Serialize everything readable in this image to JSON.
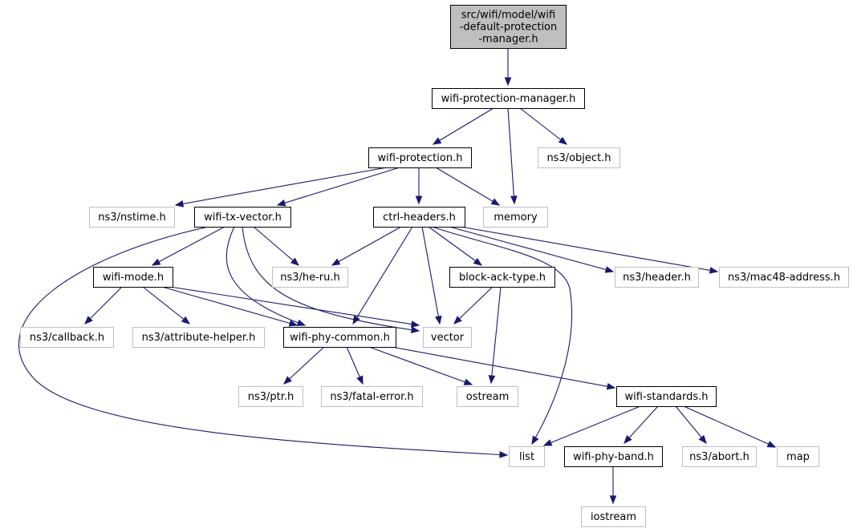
{
  "colors": {
    "edge": "#191970",
    "root_fill": "#bfbfbf",
    "external_border": "#bfbfbf",
    "project_border": "#000000"
  },
  "nodes": {
    "root": {
      "lines": [
        "src/wifi/model/wifi",
        "-default-protection",
        "-manager.h"
      ],
      "kind": "root"
    },
    "wpm": {
      "lines": [
        "wifi-protection-manager.h"
      ],
      "kind": "project"
    },
    "wp": {
      "lines": [
        "wifi-protection.h"
      ],
      "kind": "project"
    },
    "object": {
      "lines": [
        "ns3/object.h"
      ],
      "kind": "external"
    },
    "nstime": {
      "lines": [
        "ns3/nstime.h"
      ],
      "kind": "external"
    },
    "txvec": {
      "lines": [
        "wifi-tx-vector.h"
      ],
      "kind": "project"
    },
    "ctrl": {
      "lines": [
        "ctrl-headers.h"
      ],
      "kind": "project"
    },
    "memory": {
      "lines": [
        "memory"
      ],
      "kind": "external"
    },
    "mode": {
      "lines": [
        "wifi-mode.h"
      ],
      "kind": "project"
    },
    "heru": {
      "lines": [
        "ns3/he-ru.h"
      ],
      "kind": "external"
    },
    "bat": {
      "lines": [
        "block-ack-type.h"
      ],
      "kind": "project"
    },
    "header": {
      "lines": [
        "ns3/header.h"
      ],
      "kind": "external"
    },
    "mac48": {
      "lines": [
        "ns3/mac48-address.h"
      ],
      "kind": "external"
    },
    "callback": {
      "lines": [
        "ns3/callback.h"
      ],
      "kind": "external"
    },
    "attr": {
      "lines": [
        "ns3/attribute-helper.h"
      ],
      "kind": "external"
    },
    "phycommon": {
      "lines": [
        "wifi-phy-common.h"
      ],
      "kind": "project"
    },
    "vector": {
      "lines": [
        "vector"
      ],
      "kind": "external"
    },
    "ptr": {
      "lines": [
        "ns3/ptr.h"
      ],
      "kind": "external"
    },
    "fatal": {
      "lines": [
        "ns3/fatal-error.h"
      ],
      "kind": "external"
    },
    "ostream": {
      "lines": [
        "ostream"
      ],
      "kind": "external"
    },
    "standards": {
      "lines": [
        "wifi-standards.h"
      ],
      "kind": "project"
    },
    "list": {
      "lines": [
        "list"
      ],
      "kind": "external"
    },
    "band": {
      "lines": [
        "wifi-phy-band.h"
      ],
      "kind": "project"
    },
    "abort": {
      "lines": [
        "ns3/abort.h"
      ],
      "kind": "external"
    },
    "map": {
      "lines": [
        "map"
      ],
      "kind": "external"
    },
    "iostream": {
      "lines": [
        "iostream"
      ],
      "kind": "external"
    }
  },
  "edges": [
    [
      "root",
      "wpm"
    ],
    [
      "wpm",
      "wp"
    ],
    [
      "wpm",
      "memory"
    ],
    [
      "wpm",
      "object"
    ],
    [
      "wp",
      "nstime"
    ],
    [
      "wp",
      "txvec"
    ],
    [
      "wp",
      "ctrl"
    ],
    [
      "wp",
      "memory"
    ],
    [
      "txvec",
      "mode"
    ],
    [
      "txvec",
      "heru"
    ],
    [
      "txvec",
      "phycommon"
    ],
    [
      "txvec",
      "vector"
    ],
    [
      "txvec",
      "list"
    ],
    [
      "ctrl",
      "heru"
    ],
    [
      "ctrl",
      "phycommon"
    ],
    [
      "ctrl",
      "bat"
    ],
    [
      "ctrl",
      "vector"
    ],
    [
      "ctrl",
      "list"
    ],
    [
      "ctrl",
      "header"
    ],
    [
      "ctrl",
      "mac48"
    ],
    [
      "mode",
      "callback"
    ],
    [
      "mode",
      "attr"
    ],
    [
      "mode",
      "phycommon"
    ],
    [
      "mode",
      "vector"
    ],
    [
      "bat",
      "vector"
    ],
    [
      "bat",
      "ostream"
    ],
    [
      "phycommon",
      "ptr"
    ],
    [
      "phycommon",
      "fatal"
    ],
    [
      "phycommon",
      "ostream"
    ],
    [
      "phycommon",
      "standards"
    ],
    [
      "standards",
      "list"
    ],
    [
      "standards",
      "band"
    ],
    [
      "standards",
      "abort"
    ],
    [
      "standards",
      "map"
    ],
    [
      "band",
      "iostream"
    ]
  ]
}
